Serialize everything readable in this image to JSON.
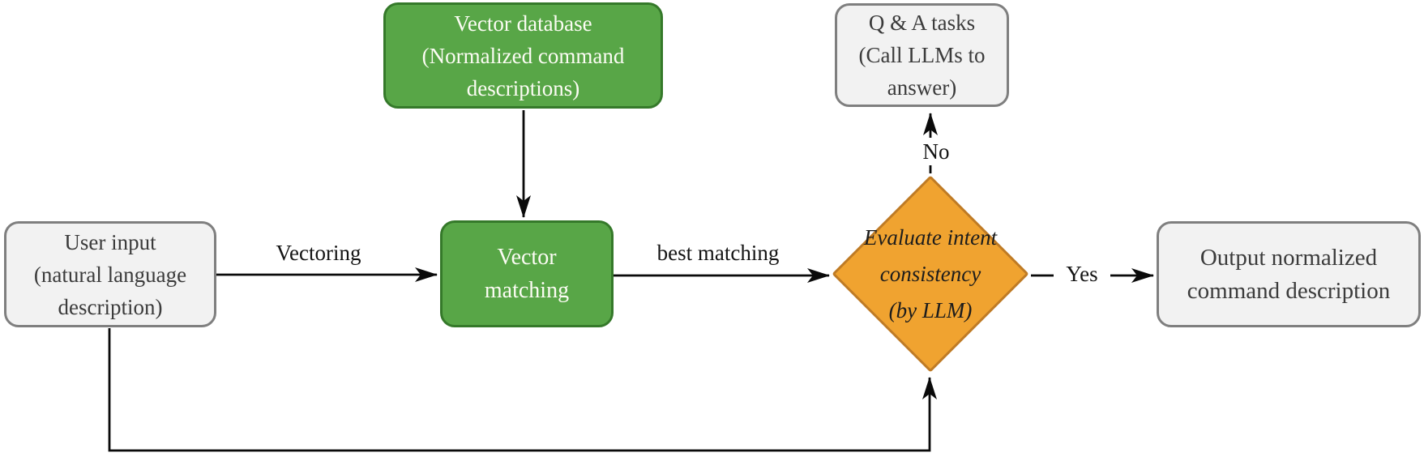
{
  "nodes": {
    "vector_database": {
      "type": "data-store",
      "lines": [
        "Vector database",
        "(Normalized command",
        "descriptions)"
      ]
    },
    "qa_tasks": {
      "type": "terminal",
      "lines": [
        "Q & A tasks",
        "(Call LLMs to",
        "answer)"
      ]
    },
    "user_input": {
      "type": "input",
      "lines": [
        "User input",
        "(natural language",
        "description)"
      ]
    },
    "vector_matching": {
      "type": "process",
      "lines": [
        "Vector",
        "matching"
      ]
    },
    "evaluate_intent": {
      "type": "decision",
      "lines": [
        "Evaluate intent",
        "consistency",
        "(by LLM)"
      ]
    },
    "output": {
      "type": "output",
      "lines": [
        "Output normalized",
        "command description"
      ]
    }
  },
  "edges": [
    {
      "from": "vector_database",
      "to": "vector_matching",
      "label": ""
    },
    {
      "from": "user_input",
      "to": "vector_matching",
      "label": "Vectoring"
    },
    {
      "from": "vector_matching",
      "to": "evaluate_intent",
      "label": "best matching"
    },
    {
      "from": "evaluate_intent",
      "to": "qa_tasks",
      "label": "No"
    },
    {
      "from": "evaluate_intent",
      "to": "output",
      "label": "Yes"
    },
    {
      "from": "user_input",
      "to": "evaluate_intent",
      "label": ""
    }
  ],
  "colors": {
    "green_fill": "#58a647",
    "green_border": "#35792a",
    "orange_fill": "#f0a330",
    "orange_border": "#bf7b25",
    "gray_fill": "#f2f2f2",
    "gray_border": "#7f7f7f",
    "arrow": "#0a0a0a",
    "dark_text": "#3b3b3b",
    "white_text": "#fcfcf4",
    "diamond_text": "#1c1c1c",
    "edge_label_text": "#141414"
  }
}
